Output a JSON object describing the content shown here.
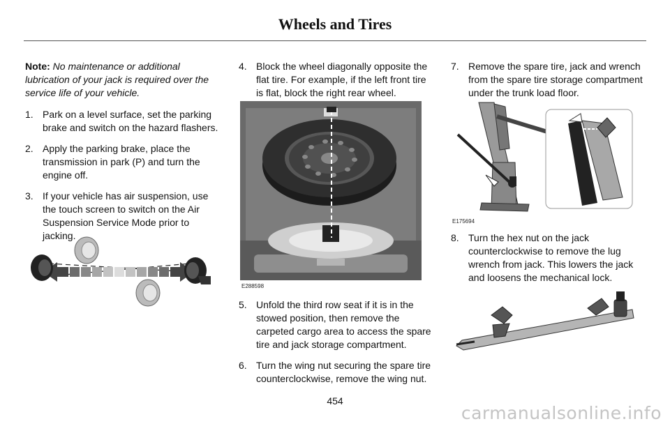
{
  "header": {
    "title": "Wheels and Tires"
  },
  "col1": {
    "note_label": "Note:",
    "note_text": "No maintenance or additional lubrication of your jack is required over the service life of your vehicle.",
    "steps": [
      {
        "num": "1.",
        "text": "Park on a level surface, set the parking brake and switch on the hazard flashers."
      },
      {
        "num": "2.",
        "text": "Apply the parking brake, place the transmission in park (P) and turn the engine off."
      },
      {
        "num": "3.",
        "text": "If your vehicle has air suspension, use the touch screen to switch on the Air Suspension Service Mode prior to jacking."
      }
    ]
  },
  "col2": {
    "steps": [
      {
        "num": "4.",
        "text": "Block the wheel diagonally opposite the flat tire. For example, if the left front tire is flat, block the right rear wheel."
      },
      {
        "num": "5.",
        "text": "Unfold the third row seat if it is in the stowed position, then remove the carpeted cargo area to access the spare tire and jack storage compartment."
      },
      {
        "num": "6.",
        "text": "Turn the wing nut securing the spare tire counterclockwise, remove the wing nut."
      }
    ],
    "figure_label": "E288598"
  },
  "col3": {
    "steps": [
      {
        "num": "7.",
        "text": "Remove the spare tire, jack and wrench from the spare tire storage compartment under the trunk load floor."
      },
      {
        "num": "8.",
        "text": "Turn the hex nut on the jack counterclockwise to remove the lug wrench from jack. This lowers the jack and loosens the mechanical lock."
      }
    ],
    "figure_label": "E175694"
  },
  "footer": {
    "page_number": "454",
    "watermark": "carmanualsonline.info"
  },
  "icons": [
    "wheel-block-diagram-icon",
    "spare-tire-photo-icon",
    "jack-diagram-icon",
    "lug-wrench-icon"
  ]
}
